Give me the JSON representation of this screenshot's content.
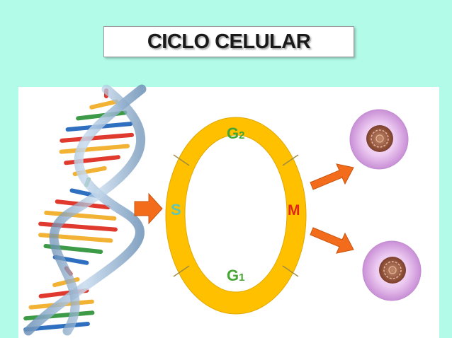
{
  "title": "CICLO CELULAR",
  "phases": {
    "g2": {
      "letter": "G",
      "sub": "2",
      "color": "#43a632"
    },
    "s": {
      "letter": "S",
      "color": "#5fc7b8"
    },
    "m": {
      "letter": "M",
      "color": "#e1261c"
    },
    "g1": {
      "letter": "G",
      "sub": "1",
      "color": "#43a632"
    }
  },
  "colors": {
    "background": "#b3fbe9",
    "ring": "#ffc000",
    "arrow": "#f26c1c",
    "cell": "#e6b6ee",
    "nucleus": "#a8694e"
  },
  "icons": [
    "dna-helix-icon",
    "cell-icon"
  ]
}
